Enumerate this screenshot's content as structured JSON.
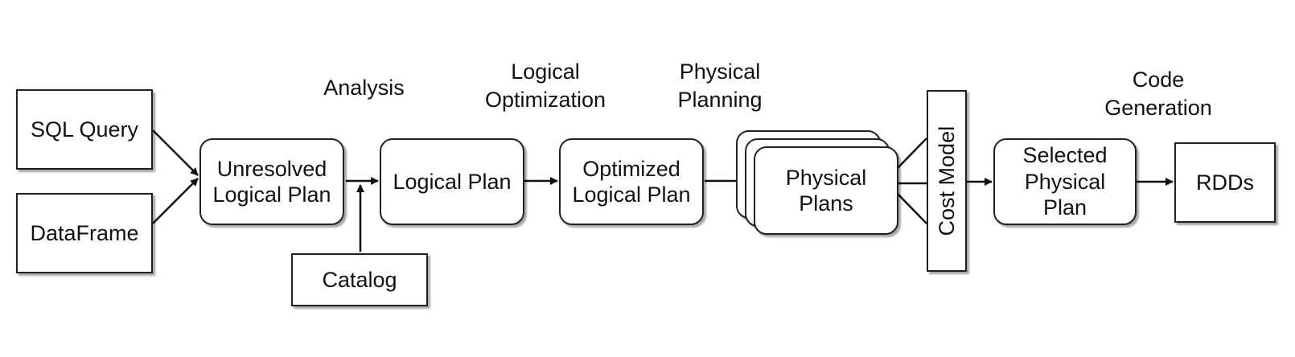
{
  "stages": {
    "analysis": "Analysis",
    "logical_optimization": "Logical\nOptimization",
    "physical_planning": "Physical\nPlanning",
    "code_generation": "Code\nGeneration"
  },
  "nodes": {
    "sql_query": "SQL Query",
    "dataframe": "DataFrame",
    "unresolved_logical_plan": "Unresolved\nLogical Plan",
    "catalog": "Catalog",
    "logical_plan": "Logical Plan",
    "optimized_logical_plan": "Optimized\nLogical Plan",
    "physical_plans": "Physical\nPlans",
    "cost_model": "Cost Model",
    "selected_physical_plan": "Selected\nPhysical\nPlan",
    "rdds": "RDDs"
  }
}
